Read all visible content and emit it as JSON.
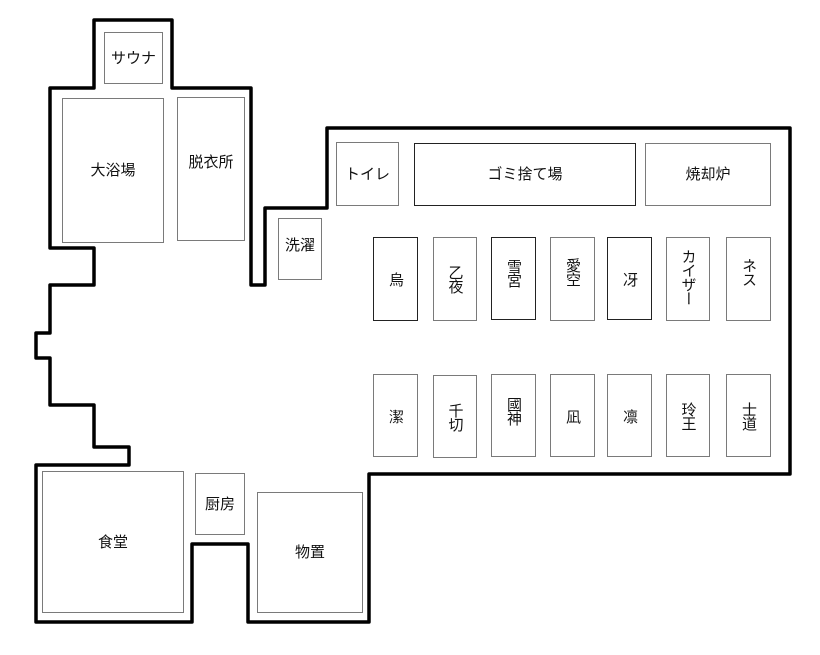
{
  "title": "施設見取り図",
  "colors": {
    "outline": "#000000",
    "room_border": "#7a7a7a",
    "room_border_dark": "#222222",
    "background": "#ffffff"
  },
  "rooms": {
    "sauna": "サウナ",
    "main_bath": "大浴場",
    "dressing": "脱衣所",
    "laundry": "洗濯",
    "toilet": "トイレ",
    "garbage": "ゴミ捨て場",
    "incinerator": "焼却炉",
    "dining": "食堂",
    "kitchen": "厨房",
    "storage": "物置"
  },
  "cells_top": [
    "烏",
    "乙夜",
    "雪宮",
    "愛空",
    "冴",
    "カイザー",
    "ネス"
  ],
  "cells_bottom": [
    "潔",
    "千切",
    "國神",
    "凪",
    "凛",
    "玲王",
    "士道"
  ]
}
